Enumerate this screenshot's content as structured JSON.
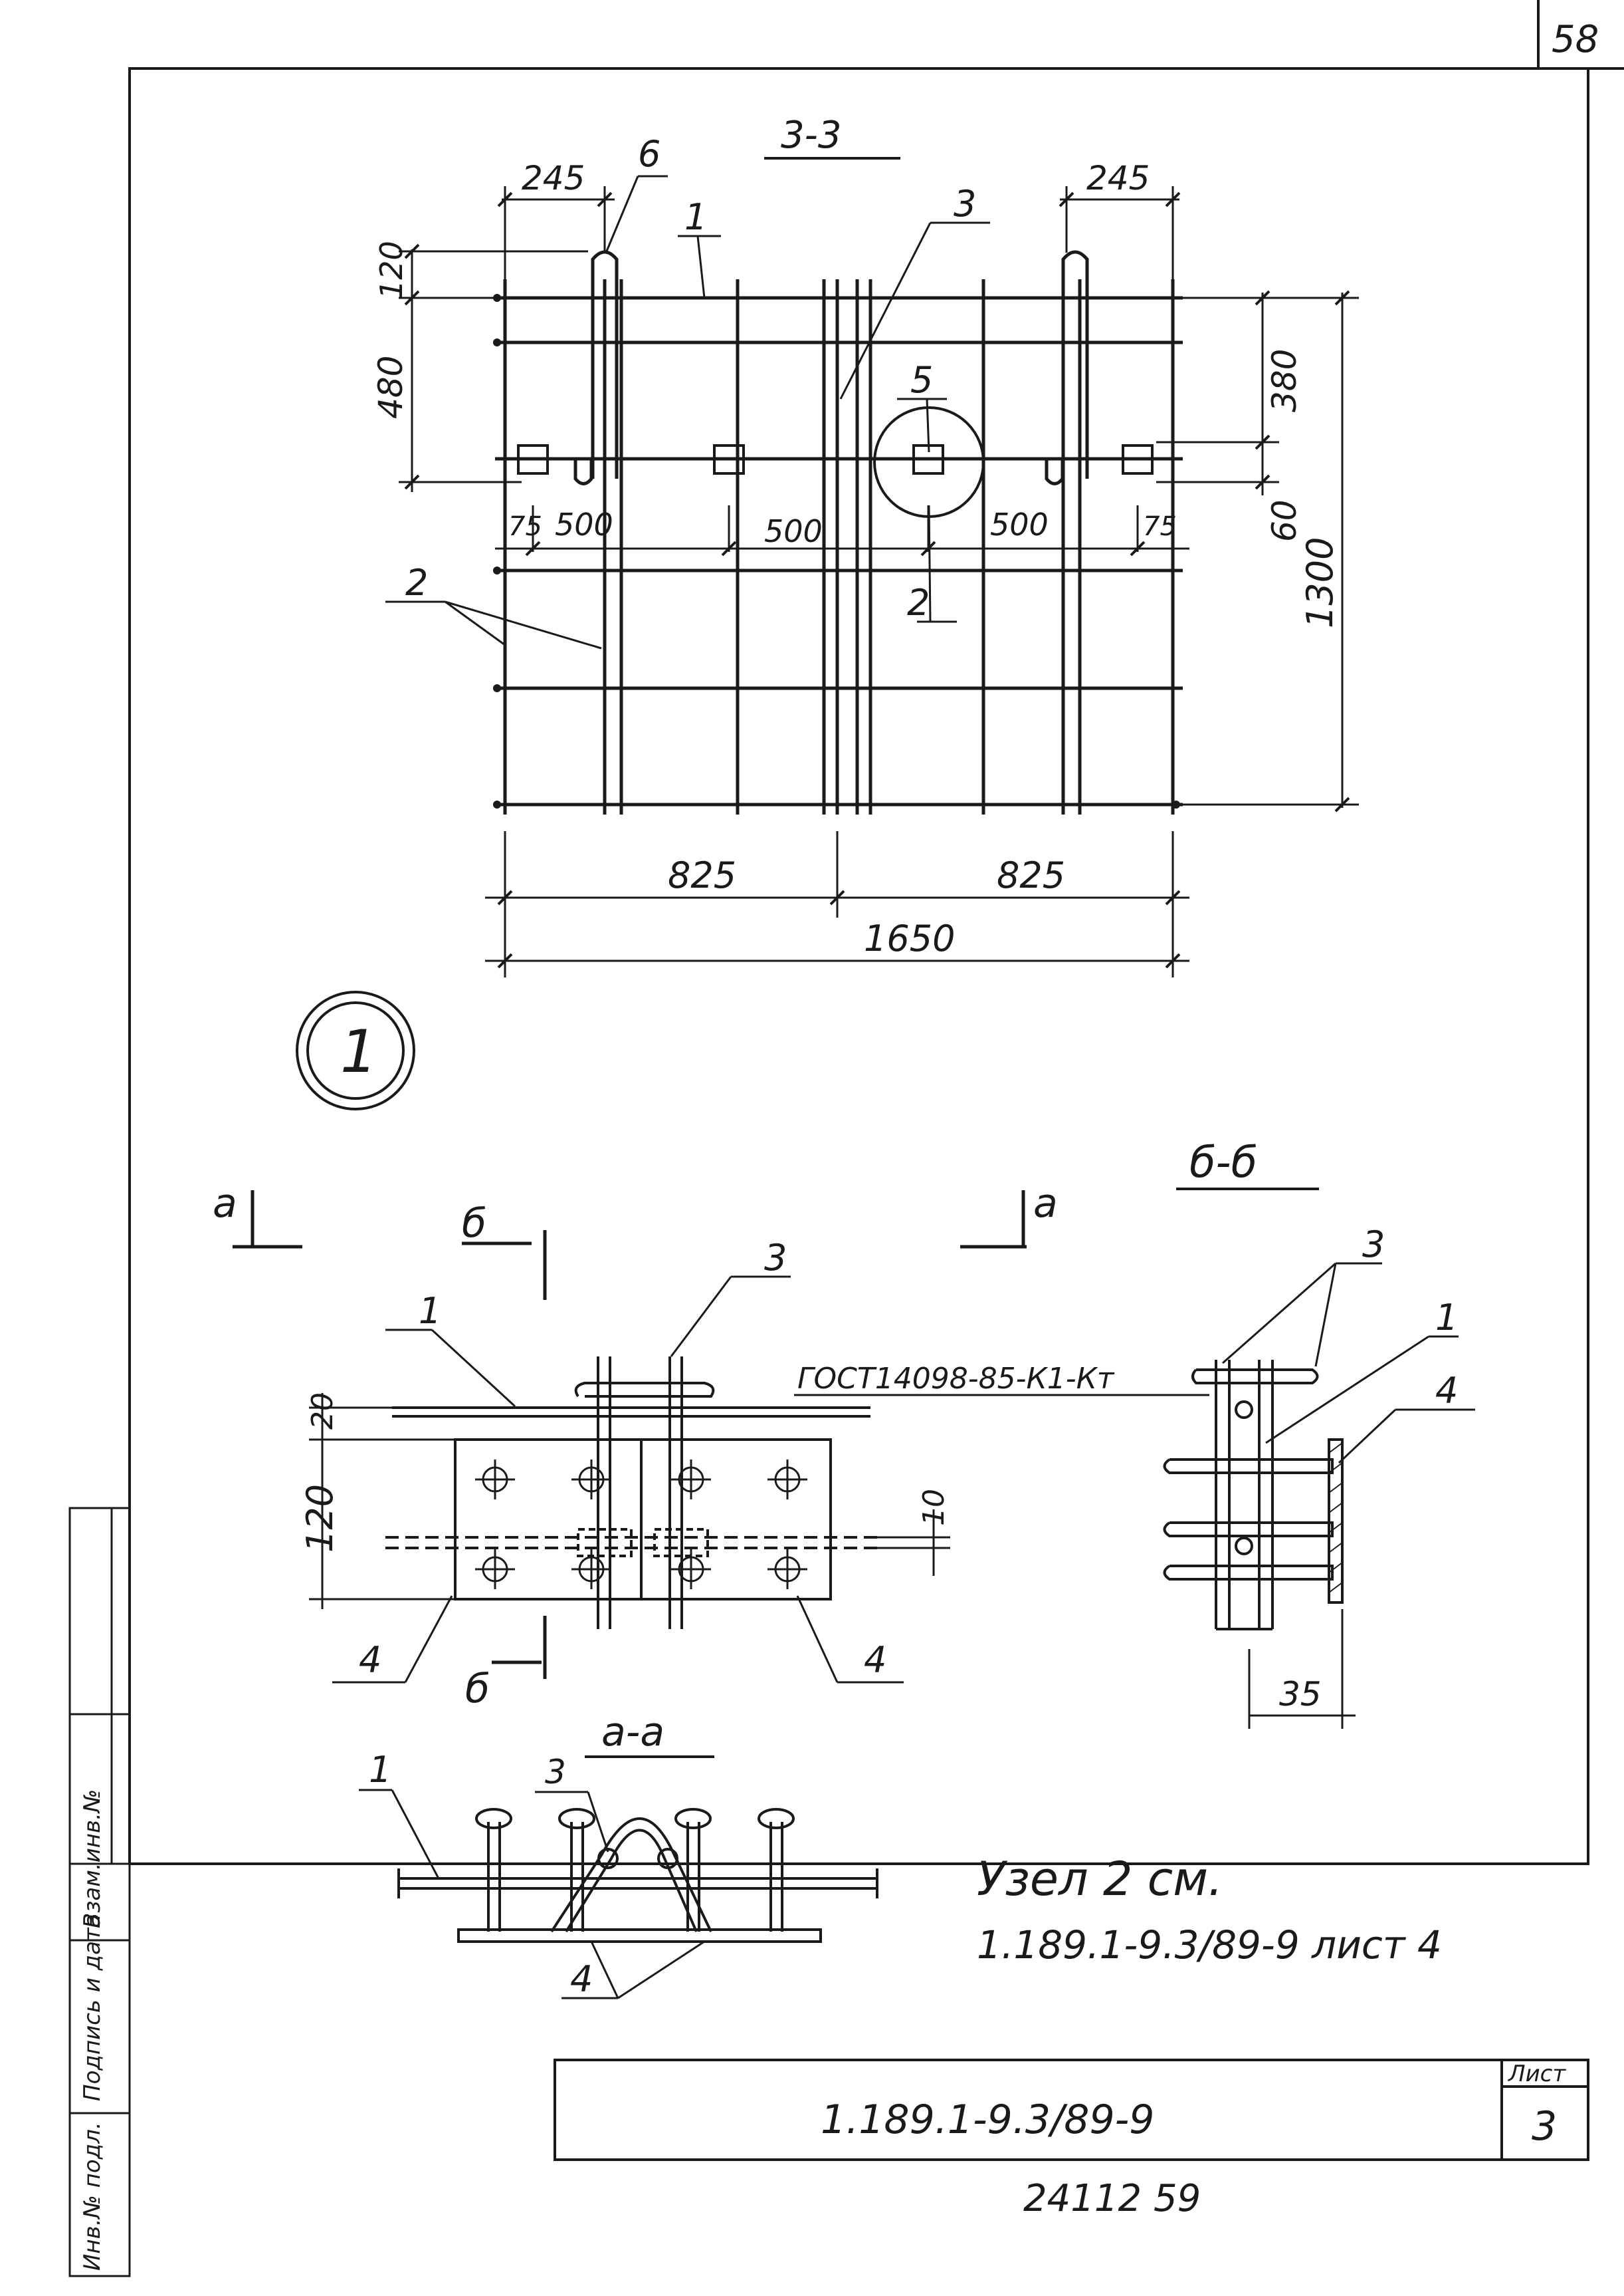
{
  "page_number": "58",
  "plan_view": {
    "title": "3-3",
    "callouts": [
      "1",
      "2",
      "2",
      "3",
      "5",
      "6"
    ],
    "dims": {
      "top_left": "245",
      "top_right": "245",
      "left_upper": "120",
      "left_lower": "480",
      "right_upper": "380",
      "right_lower": "60",
      "right_overall": "1300",
      "span_edge_left": "75",
      "span_1": "500",
      "span_2": "500",
      "span_3": "500",
      "span_edge_right": "75",
      "bottom_left": "825",
      "bottom_right": "825",
      "bottom_total": "1650"
    }
  },
  "node_marker": "1",
  "detail_view": {
    "cut_a": "а",
    "cut_b": "б",
    "callouts": [
      "1",
      "3",
      "4",
      "4"
    ],
    "dims": {
      "top": "20",
      "height": "120",
      "right": "10"
    },
    "weld_note": "ГОСТ14098-85-К1-Кт"
  },
  "section_b": {
    "title": "б-б",
    "callouts": [
      "3",
      "1",
      "4"
    ],
    "dim": "35"
  },
  "section_a": {
    "title": "а-а",
    "callouts": [
      "1",
      "3",
      "4"
    ]
  },
  "note": {
    "line1": "Узел 2 см.",
    "line2": "1.189.1-9.3/89-9  лист 4"
  },
  "side_stamp": [
    "Инв.№ подл.",
    "Подпись и дата",
    "Взам.инв.№"
  ],
  "title_block": {
    "code": "1.189.1-9.3/89-9",
    "sheet_label": "Лист",
    "sheet_number": "3"
  },
  "footer_code": "24112   59"
}
